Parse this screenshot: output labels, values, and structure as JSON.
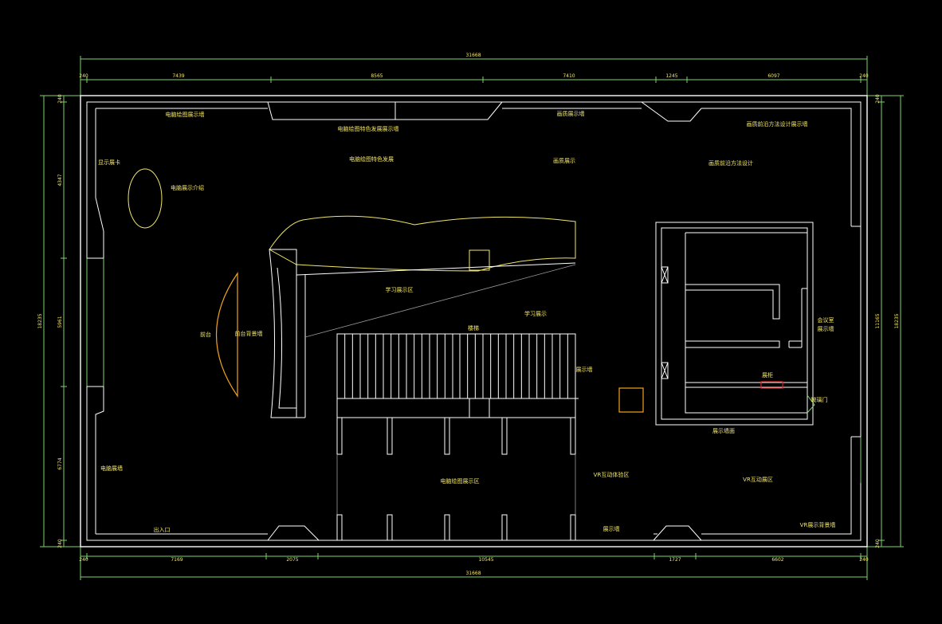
{
  "dimensions": {
    "top_total": "31668",
    "top_segments": [
      "240",
      "7439",
      "8565",
      "7410",
      "1245",
      "6097",
      "240"
    ],
    "bottom_total": "31668",
    "bottom_segments": [
      "240",
      "7169",
      "2075",
      "10545",
      "1727",
      "6602",
      "240"
    ],
    "left_total": "18235",
    "left_segments": [
      "240",
      "4347",
      "5961",
      "6774",
      "240"
    ],
    "right_total": "18235",
    "right_inner": "11165",
    "right_segments": [
      "240",
      "240"
    ]
  },
  "labels": {
    "l_top_left_wall": "电脑绘图展示墙",
    "l_top_center_wall": "电脑绘图特色发展展示墙",
    "l_top_right_wall": "画质展示墙",
    "l_top_far_right_wall": "画质前沿方法设计展示墙",
    "l_display_card_left": "显示展卡",
    "l_center_mid_text": "电脑绘图特色发展",
    "l_right_mid_text": "画质展示",
    "l_far_right_mid_text": "画质前沿方法设计",
    "l_oval": "电脑展示介绍",
    "l_front_desk": "前台",
    "l_front_desk_wall": "前台背景墙",
    "l_curve_wall": "学习展示区",
    "l_display_center": "学习展示",
    "l_stair_top": "楼梯",
    "l_side_display": "展示墙",
    "l_room_right": "会议室\n展示墙",
    "l_room_small": "展柜",
    "l_room_door": "玻璃门",
    "l_room_bottom": "展示墙面",
    "l_left_bottom_wall": "电脑展墙",
    "l_bottom_left": "出入口",
    "l_vr_left": "VR互动体验区",
    "l_vr_right": "VR互动展区",
    "l_vr_display": "VR展示背景墙",
    "l_bottom_center": "电脑绘图展示区",
    "l_bottom_mid": "展示墙"
  }
}
